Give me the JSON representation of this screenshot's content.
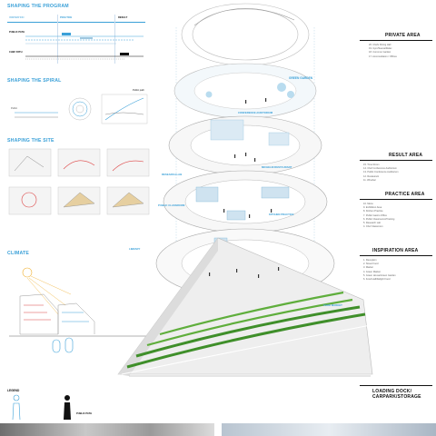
{
  "program": {
    "title": "SHAPING THE PROGRAM",
    "columns": [
      "INSPIRATION",
      "PRACTICE",
      "RESULT"
    ],
    "rows": [
      "PUBLIC PATH",
      "CHEF PATH"
    ]
  },
  "spiral": {
    "title": "SHAPING THE SPIRAL",
    "label_a": "Public",
    "label_b": "Public path"
  },
  "site": {
    "title": "SHAPING THE SITE"
  },
  "climate": {
    "title": "CLIMATE"
  },
  "legend": {
    "title": "LEGEND",
    "public_path_label": "PUBLIC PATH"
  },
  "areas": [
    {
      "title": "PRIVATE AREA",
      "items": [
        "20. Chefs Dining Hall",
        "19. Gym/Sauna/Relax",
        "18. Common Garden",
        "17. Accomodation / Offices"
      ]
    },
    {
      "title": "RESULT AREA",
      "items": [
        "15. Time Room",
        "14. Chef Conference Auditorium",
        "13. Public Conference Auditorium",
        "12. Restaurant",
        "11. Winebar"
      ]
    },
    {
      "title": "PRACTICE AREA",
      "items": [
        "10. Menu",
        "9. Exhibition Area",
        "8. Kitchen Practice",
        "7. Public Gastro Office",
        "6. Public Classrooms/Training",
        "5. Research Lab",
        "4. Chef Classroom"
      ]
    },
    {
      "title": "INSPIRATION AREA",
      "items": [
        "1. Reception",
        "2. Street Food",
        "3. Market",
        "4. Green Market",
        "5. Green House/Green Garden",
        "6. Food Hall/Delight Food"
      ]
    },
    {
      "title": "LOADING DOCK/\nCARPARK/STORAGE",
      "items": []
    }
  ],
  "callouts": {
    "green_garden": "GREEN GARDEN",
    "conference": "CONFERENCE AUDITORIUM",
    "michelin": "MICHELIN RESTAURANT",
    "research": "RESEARCH LAB",
    "public_classroom": "PUBLIC CLASSROOM",
    "kitchen": "KITCHEN PRACTICE",
    "library": "LIBRARY",
    "food_market": "FOOD MARKET"
  },
  "colors": {
    "accent": "#3aa0d8",
    "green": "#3f8f2a",
    "black": "#111111"
  }
}
